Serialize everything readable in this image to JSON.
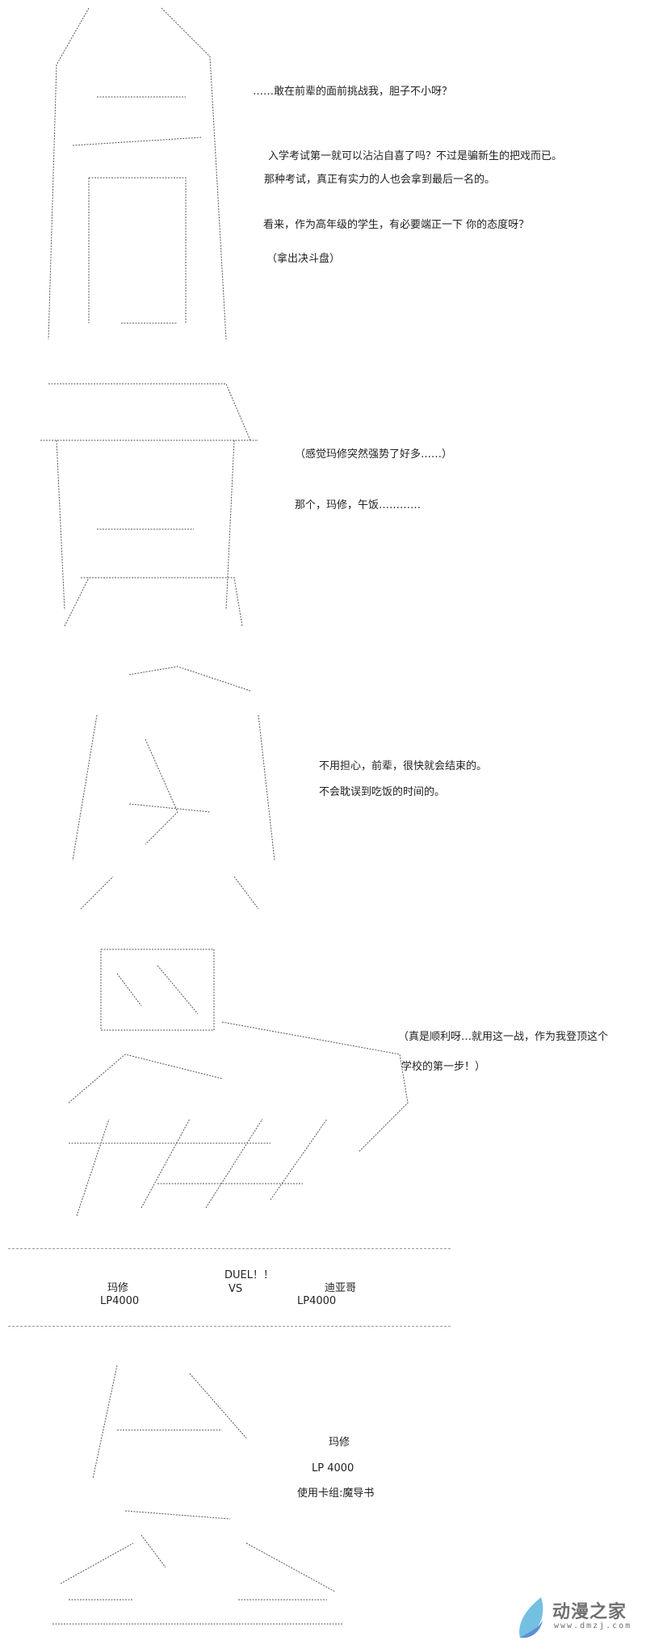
{
  "panel1": {
    "lines": [
      "……敢在前辈的面前挑战我，胆子不小呀？",
      "入学考试第一就可以沾沾自喜了吗？不过是骗新生的把戏而已。",
      "那种考试，真正有实力的人也会拿到最后一名的。",
      "看来，作为高年级的学生，有必要端正一下 你的态度呀？",
      "（拿出决斗盘）"
    ]
  },
  "panel2": {
    "lines": [
      "（感觉玛修突然强势了好多……）",
      "那个，玛修，午饭…………"
    ]
  },
  "panel3": {
    "lines": [
      "不用担心，前辈，很快就会结束的。",
      "不会耽误到吃饭的时间的。"
    ]
  },
  "panel4": {
    "lines": [
      "（真是顺利呀…就用这一战，作为我登顶这个",
      "学校的第一步！）"
    ]
  },
  "duel": {
    "title": "DUEL！！",
    "vs": "VS",
    "player1": {
      "name": "玛修",
      "lp": "LP4000"
    },
    "player2": {
      "name": "迪亚哥",
      "lp": "LP4000"
    }
  },
  "panel5": {
    "name": "玛修",
    "lp": "LP 4000",
    "deck": "使用卡组:魔导书"
  },
  "watermark": {
    "name": "动漫之家",
    "url": "www.dmzj.com",
    "color": "#6bb8de"
  }
}
